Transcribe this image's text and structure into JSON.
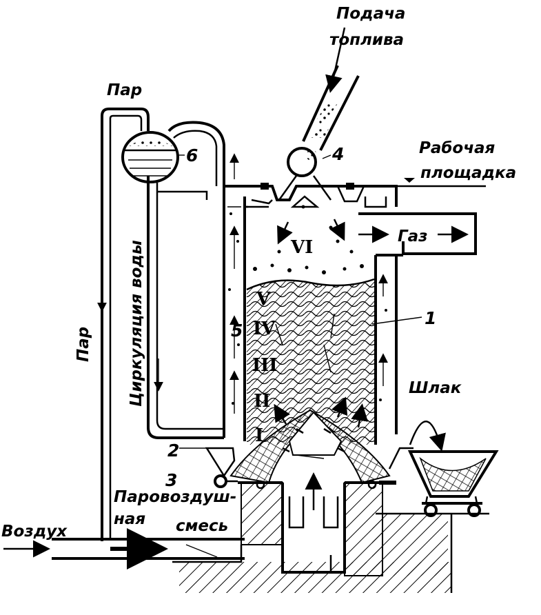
{
  "labels": {
    "fuel_supply_line1": "Подача",
    "fuel_supply_line2": "топлива",
    "steam_top": "Пар",
    "steam_side": "Пар",
    "water_circulation": "Циркуляция воды",
    "working_platform_line1": "Рабочая",
    "working_platform_line2": "площадка",
    "gas": "Газ",
    "slag": "Шлак",
    "air": "Воздух",
    "steam_air_mix_line1": "Паровоздуш-",
    "steam_air_mix_line2": "ная",
    "steam_air_mix_line3": "смесь"
  },
  "numbers": {
    "n1": "1",
    "n2": "2",
    "n3": "3",
    "n4": "4",
    "n5": "5",
    "n6": "6"
  },
  "zones": {
    "z1": "I",
    "z2": "II",
    "z3": "III",
    "z4": "IV",
    "z5": "V",
    "z6": "VI"
  }
}
